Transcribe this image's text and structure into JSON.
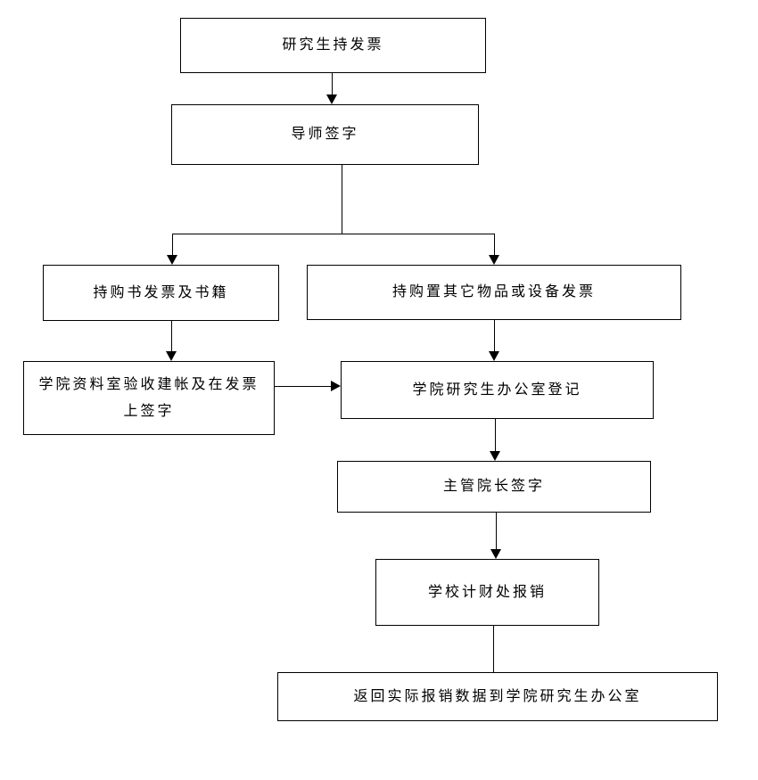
{
  "diagram": {
    "type": "flowchart",
    "background_color": "#ffffff",
    "line_color": "#000000",
    "box_fill_color": "#ffffff",
    "nodes": [
      {
        "id": "n1",
        "label": "研究生持发票"
      },
      {
        "id": "n2",
        "label": "导师签字"
      },
      {
        "id": "n3",
        "label": "持购书发票及书籍"
      },
      {
        "id": "n4",
        "label": "持购置其它物品或设备发票"
      },
      {
        "id": "n5",
        "label": "学院资料室验收建帐及在发票上签字"
      },
      {
        "id": "n6",
        "label": "学院研究生办公室登记"
      },
      {
        "id": "n7",
        "label": "主管院长签字"
      },
      {
        "id": "n8",
        "label": "学校计财处报销"
      },
      {
        "id": "n9",
        "label": "返回实际报销数据到学院研究生办公室"
      }
    ],
    "edges": [
      {
        "from": "研究生持发票",
        "to": "导师签字",
        "arrowhead": true,
        "direction": "down"
      },
      {
        "from": "导师签字",
        "to": "持购书发票及书籍",
        "arrowhead": true,
        "direction": "down-branch-left"
      },
      {
        "from": "导师签字",
        "to": "持购置其它物品或设备发票",
        "arrowhead": true,
        "direction": "down-branch-right"
      },
      {
        "from": "持购书发票及书籍",
        "to": "学院资料室验收建帐及在发票上签字",
        "arrowhead": true,
        "direction": "down"
      },
      {
        "from": "持购置其它物品或设备发票",
        "to": "学院研究生办公室登记",
        "arrowhead": true,
        "direction": "down"
      },
      {
        "from": "学院资料室验收建帐及在发票上签字",
        "to": "学院研究生办公室登记",
        "arrowhead": true,
        "direction": "right"
      },
      {
        "from": "学院研究生办公室登记",
        "to": "主管院长签字",
        "arrowhead": true,
        "direction": "down"
      },
      {
        "from": "主管院长签字",
        "to": "学校计财处报销",
        "arrowhead": true,
        "direction": "down"
      },
      {
        "from": "学校计财处报销",
        "to": "返回实际报销数据到学院研究生办公室",
        "arrowhead": false,
        "direction": "down"
      }
    ]
  }
}
